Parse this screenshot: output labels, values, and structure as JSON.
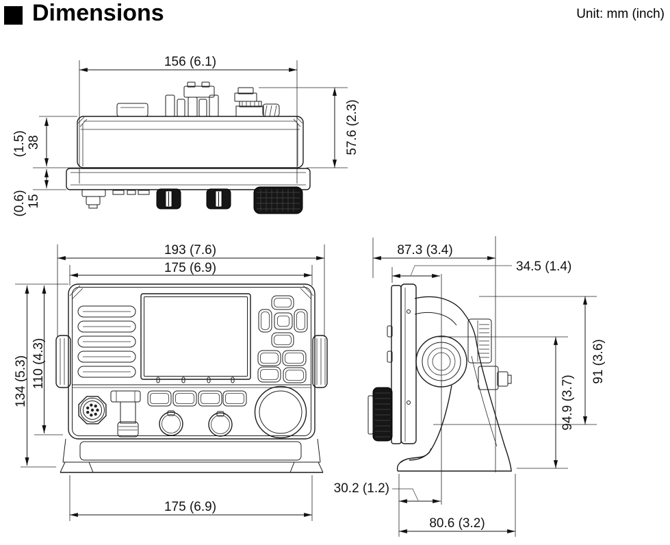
{
  "header": {
    "title": "Dimensions",
    "unit_note": "Unit: mm (inch)"
  },
  "top_view": {
    "width": "156 (6.1)",
    "connector_height": "57.6 (2.3)",
    "body_height_mm": "38",
    "body_height_in": "(1.5)",
    "panel_height_mm": "15",
    "panel_height_in": "(0.6)"
  },
  "front_view": {
    "overall_width": "193 (7.6)",
    "panel_width": "175 (6.9)",
    "overall_height": "134 (5.3)",
    "panel_height": "110 (4.3)",
    "bottom_width": "175 (6.9)"
  },
  "side_view": {
    "overall_depth": "87.3 (3.4)",
    "face_to_knob": "34.5 (1.4)",
    "upper_height": "91 (3.6)",
    "mount_height": "94.9 (3.7)",
    "base_front_offset": "30.2 (1.2)",
    "base_depth": "80.6 (3.2)"
  }
}
